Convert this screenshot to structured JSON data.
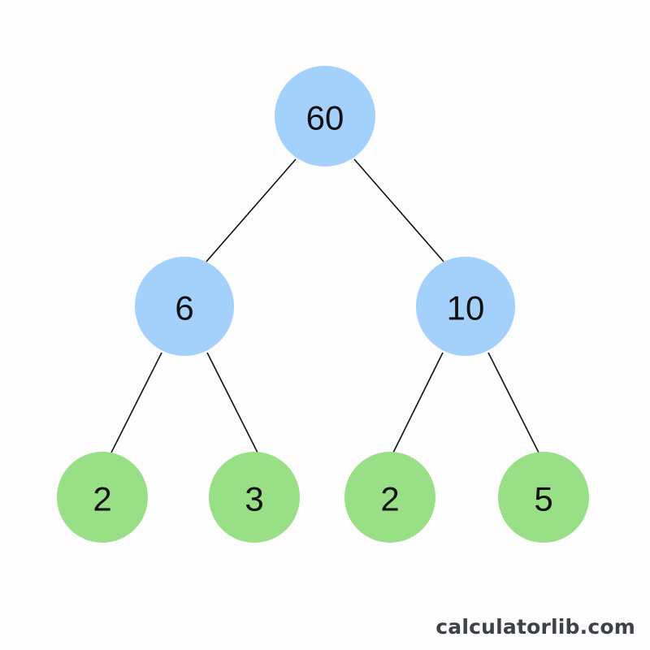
{
  "colors": {
    "composite_node": "#a3d1fb",
    "prime_node": "#99df85",
    "edge": "#111111"
  },
  "tree": {
    "root": {
      "label": "60",
      "kind": "composite",
      "children": [
        {
          "label": "6",
          "kind": "composite",
          "children": [
            {
              "label": "2",
              "kind": "prime",
              "children": []
            },
            {
              "label": "3",
              "kind": "prime",
              "children": []
            }
          ]
        },
        {
          "label": "10",
          "kind": "composite",
          "children": [
            {
              "label": "2",
              "kind": "prime",
              "children": []
            },
            {
              "label": "5",
              "kind": "prime",
              "children": []
            }
          ]
        }
      ]
    }
  },
  "watermark": "calculatorlib.com"
}
